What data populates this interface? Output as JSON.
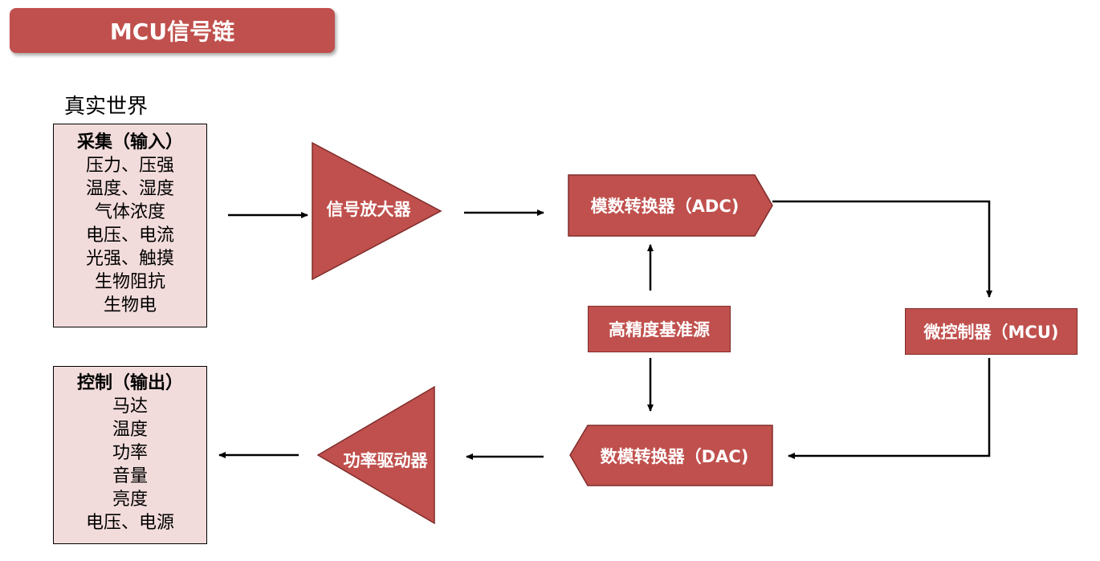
{
  "title": "MCU信号链",
  "real_world_label": "真实世界",
  "input": {
    "title": "采集（输入）",
    "items": [
      "压力、压强",
      "温度、湿度",
      "气体浓度",
      "电压、电流",
      "光强、触摸",
      "生物阻抗",
      "生物电"
    ]
  },
  "output": {
    "title": "控制（输出）",
    "items": [
      "马达",
      "温度",
      "功率",
      "音量",
      "亮度",
      "电压、电源"
    ]
  },
  "blocks": {
    "amplifier": "信号放大器",
    "adc": "模数转换器（ADC)",
    "reference": "高精度基准源",
    "mcu": "微控制器（MCU)",
    "dac": "数模转换器（DAC)",
    "driver": "功率驱动器"
  },
  "colors": {
    "block_fill": "#c0504d",
    "io_box_fill": "#f2dcdb",
    "arrow": "#000000"
  }
}
